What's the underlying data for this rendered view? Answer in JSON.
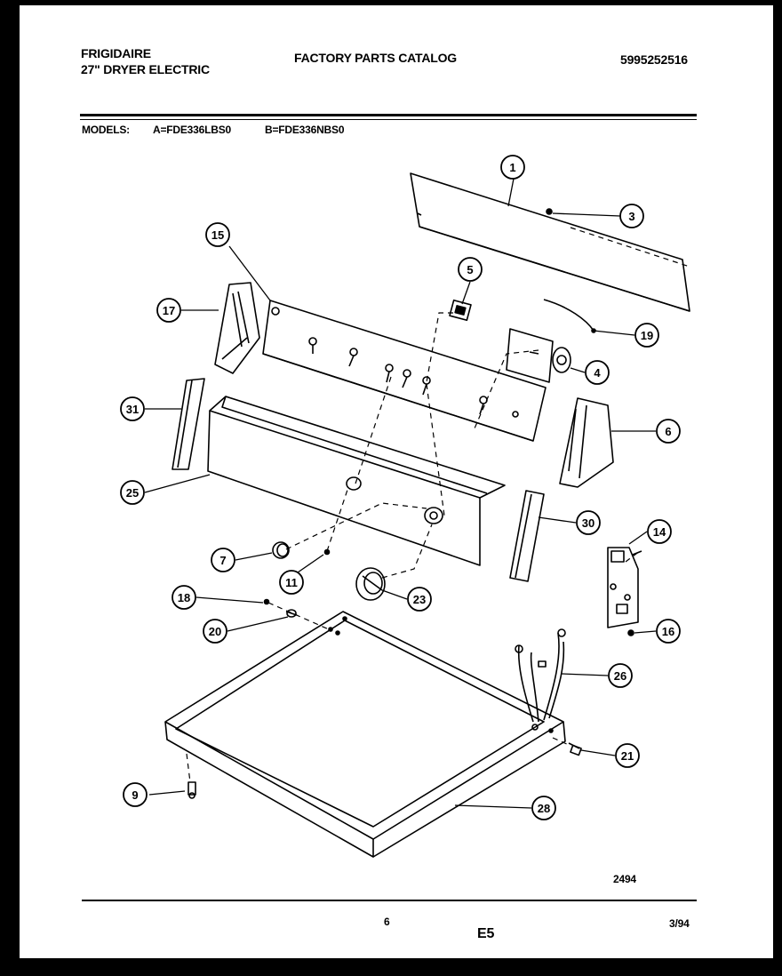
{
  "header": {
    "brand": "FRIGIDAIRE",
    "product": "27\" DRYER ELECTRIC",
    "catalog_title": "FACTORY PARTS CATALOG",
    "catalog_number": "5995252516"
  },
  "models": {
    "label": "MODELS:",
    "model_a": "A=FDE336LBS0",
    "model_b": "B=FDE336NBS0"
  },
  "diagram": {
    "callouts": [
      "1",
      "3",
      "15",
      "5",
      "17",
      "19",
      "4",
      "31",
      "6",
      "25",
      "30",
      "14",
      "7",
      "11",
      "23",
      "18",
      "20",
      "16",
      "26",
      "21",
      "9",
      "28"
    ],
    "drawing_number": "2494"
  },
  "footer": {
    "page_number": "6",
    "section_code": "E5",
    "date": "3/94"
  }
}
